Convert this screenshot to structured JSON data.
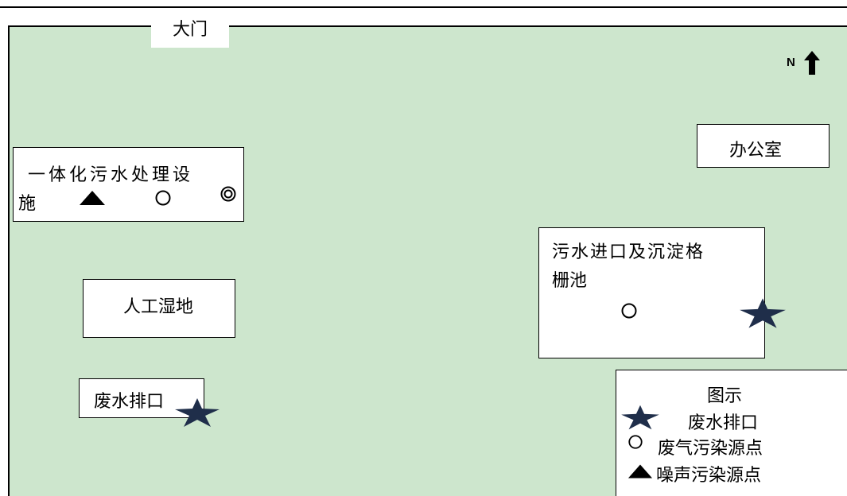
{
  "map": {
    "gate": "大门",
    "north": "N",
    "office": "办公室",
    "facility_line1": "一体化污水处理设",
    "facility_line2": "施",
    "wetland": "人工湿地",
    "discharge": "废水排口",
    "inlet_line1": "污水进口及沉淀格",
    "inlet_line2": "栅池"
  },
  "legend": {
    "title": "图示",
    "items": [
      {
        "icon": "star-icon",
        "label": "废水排口"
      },
      {
        "icon": "circle-icon",
        "label": "废气污染源点"
      },
      {
        "icon": "triangle-icon",
        "label": "噪声污染源点"
      }
    ]
  },
  "colors": {
    "site_fill": "#cde6cd",
    "star": "#1f2e4a",
    "line": "#000000"
  }
}
